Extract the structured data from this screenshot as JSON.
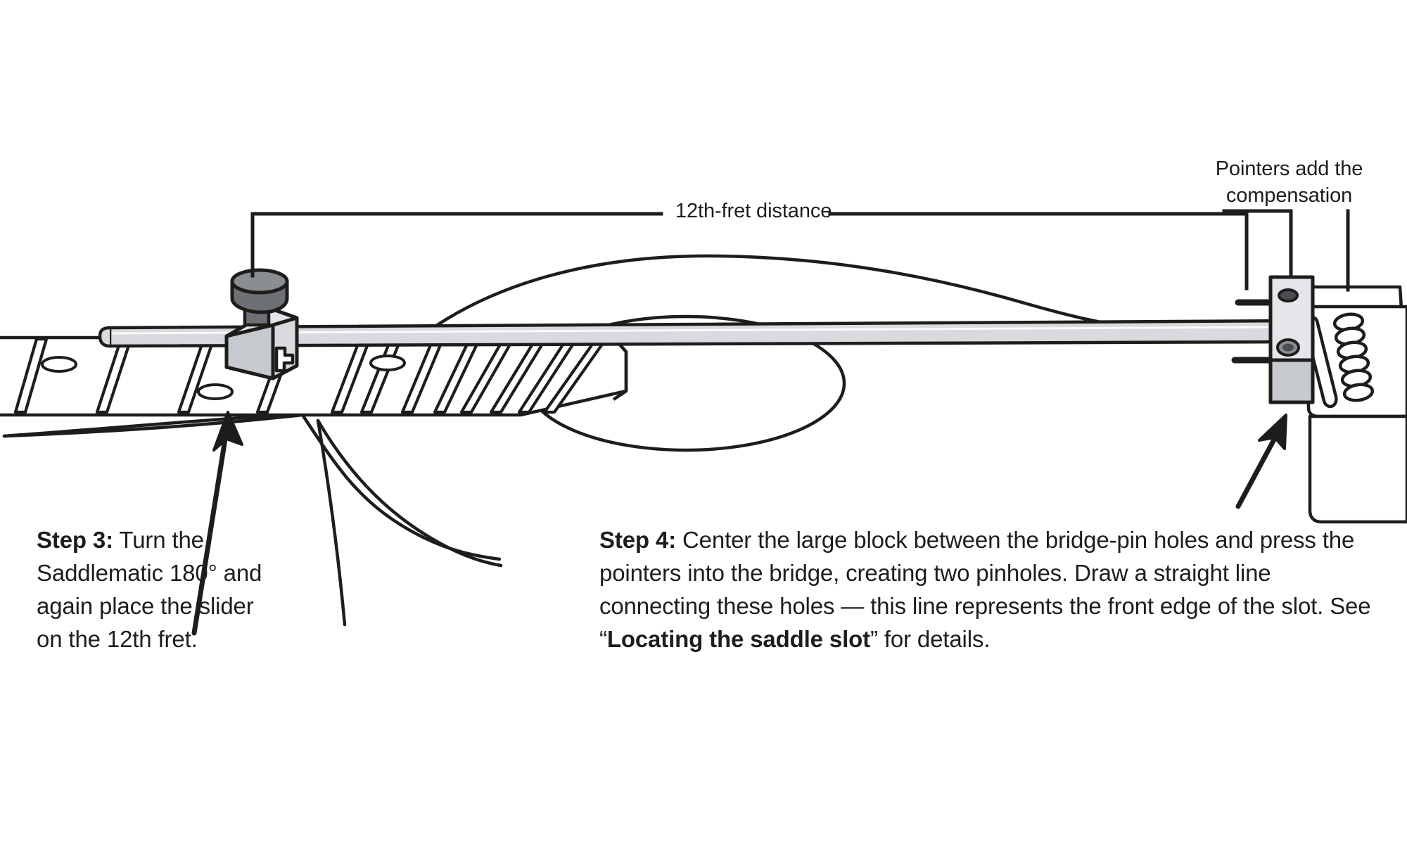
{
  "figure": {
    "title": "Saddlematic saddle-location procedure",
    "labels": {
      "pointers_callout": "Pointers add the\ncompensation",
      "measurement": "12th-fret distance"
    },
    "steps": [
      {
        "id": "step-3",
        "label": "Step 3:",
        "body": " Turn the Saddlematic 180° and again place the slider on the 12th fret."
      },
      {
        "id": "step-4",
        "label": "Step 4:",
        "body_part_1": " Center the large block between the bridge-pin holes and press the pointers into the bridge, creating two pinholes. Draw a straight line connecting these holes — this line represents the front edge of the slot. See “",
        "emphasis": "Locating the saddle slot",
        "body_part_2": "” for details."
      }
    ],
    "colors": {
      "ink": "#1d1d1b",
      "metal_light": "#d8dade",
      "metal_mid": "#c6c9ce",
      "metal_shadow": "#b2b6bc",
      "knob_dark": "#6d7074",
      "knob_mid": "#8a8d91",
      "paper": "#ffffff"
    },
    "parts": {
      "fretboard": "guitar fretboard with frets and position dots",
      "position_dot_count": 3,
      "bridge_pin_hole_count": 6,
      "slider_block": "small slider block with thumbscrew on 12th fret",
      "large_block": "large block with two screw holes and pointer prongs",
      "beam": "steel measuring beam",
      "soundhole": "guitar soundhole",
      "saddle_slot": "saddle slot on bridge"
    }
  }
}
